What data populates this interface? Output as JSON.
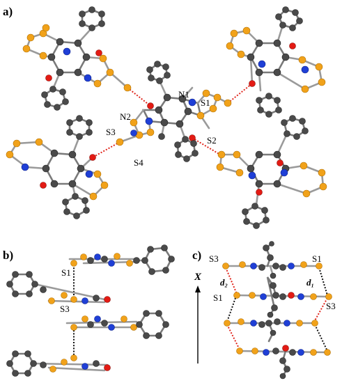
{
  "panels": {
    "a": {
      "label": "a)"
    },
    "b": {
      "label": "b)"
    },
    "c": {
      "label": "c)"
    }
  },
  "atom_labels": {
    "a": {
      "n1": "N1",
      "n2": "N2",
      "s1": "S1",
      "s2": "S2",
      "s3": "S3",
      "s4": "S4"
    },
    "b": {
      "s1": "S1",
      "s3": "S3"
    },
    "c": {
      "s3_top": "S3",
      "s1_top": "S1",
      "s1_mid": "S1",
      "s3_mid": "S3"
    }
  },
  "axis": {
    "label": "X"
  },
  "distances": {
    "d2": "d₂",
    "d1": "d₁"
  },
  "colors": {
    "carbon": "#4a4a4a",
    "sulfur": "#f1a21a",
    "nitrogen": "#1f3fd6",
    "oxygen": "#e31b14",
    "bond": "#9a9a9a",
    "hydrogen_bond": "#e0241b",
    "contact": "#111111"
  }
}
